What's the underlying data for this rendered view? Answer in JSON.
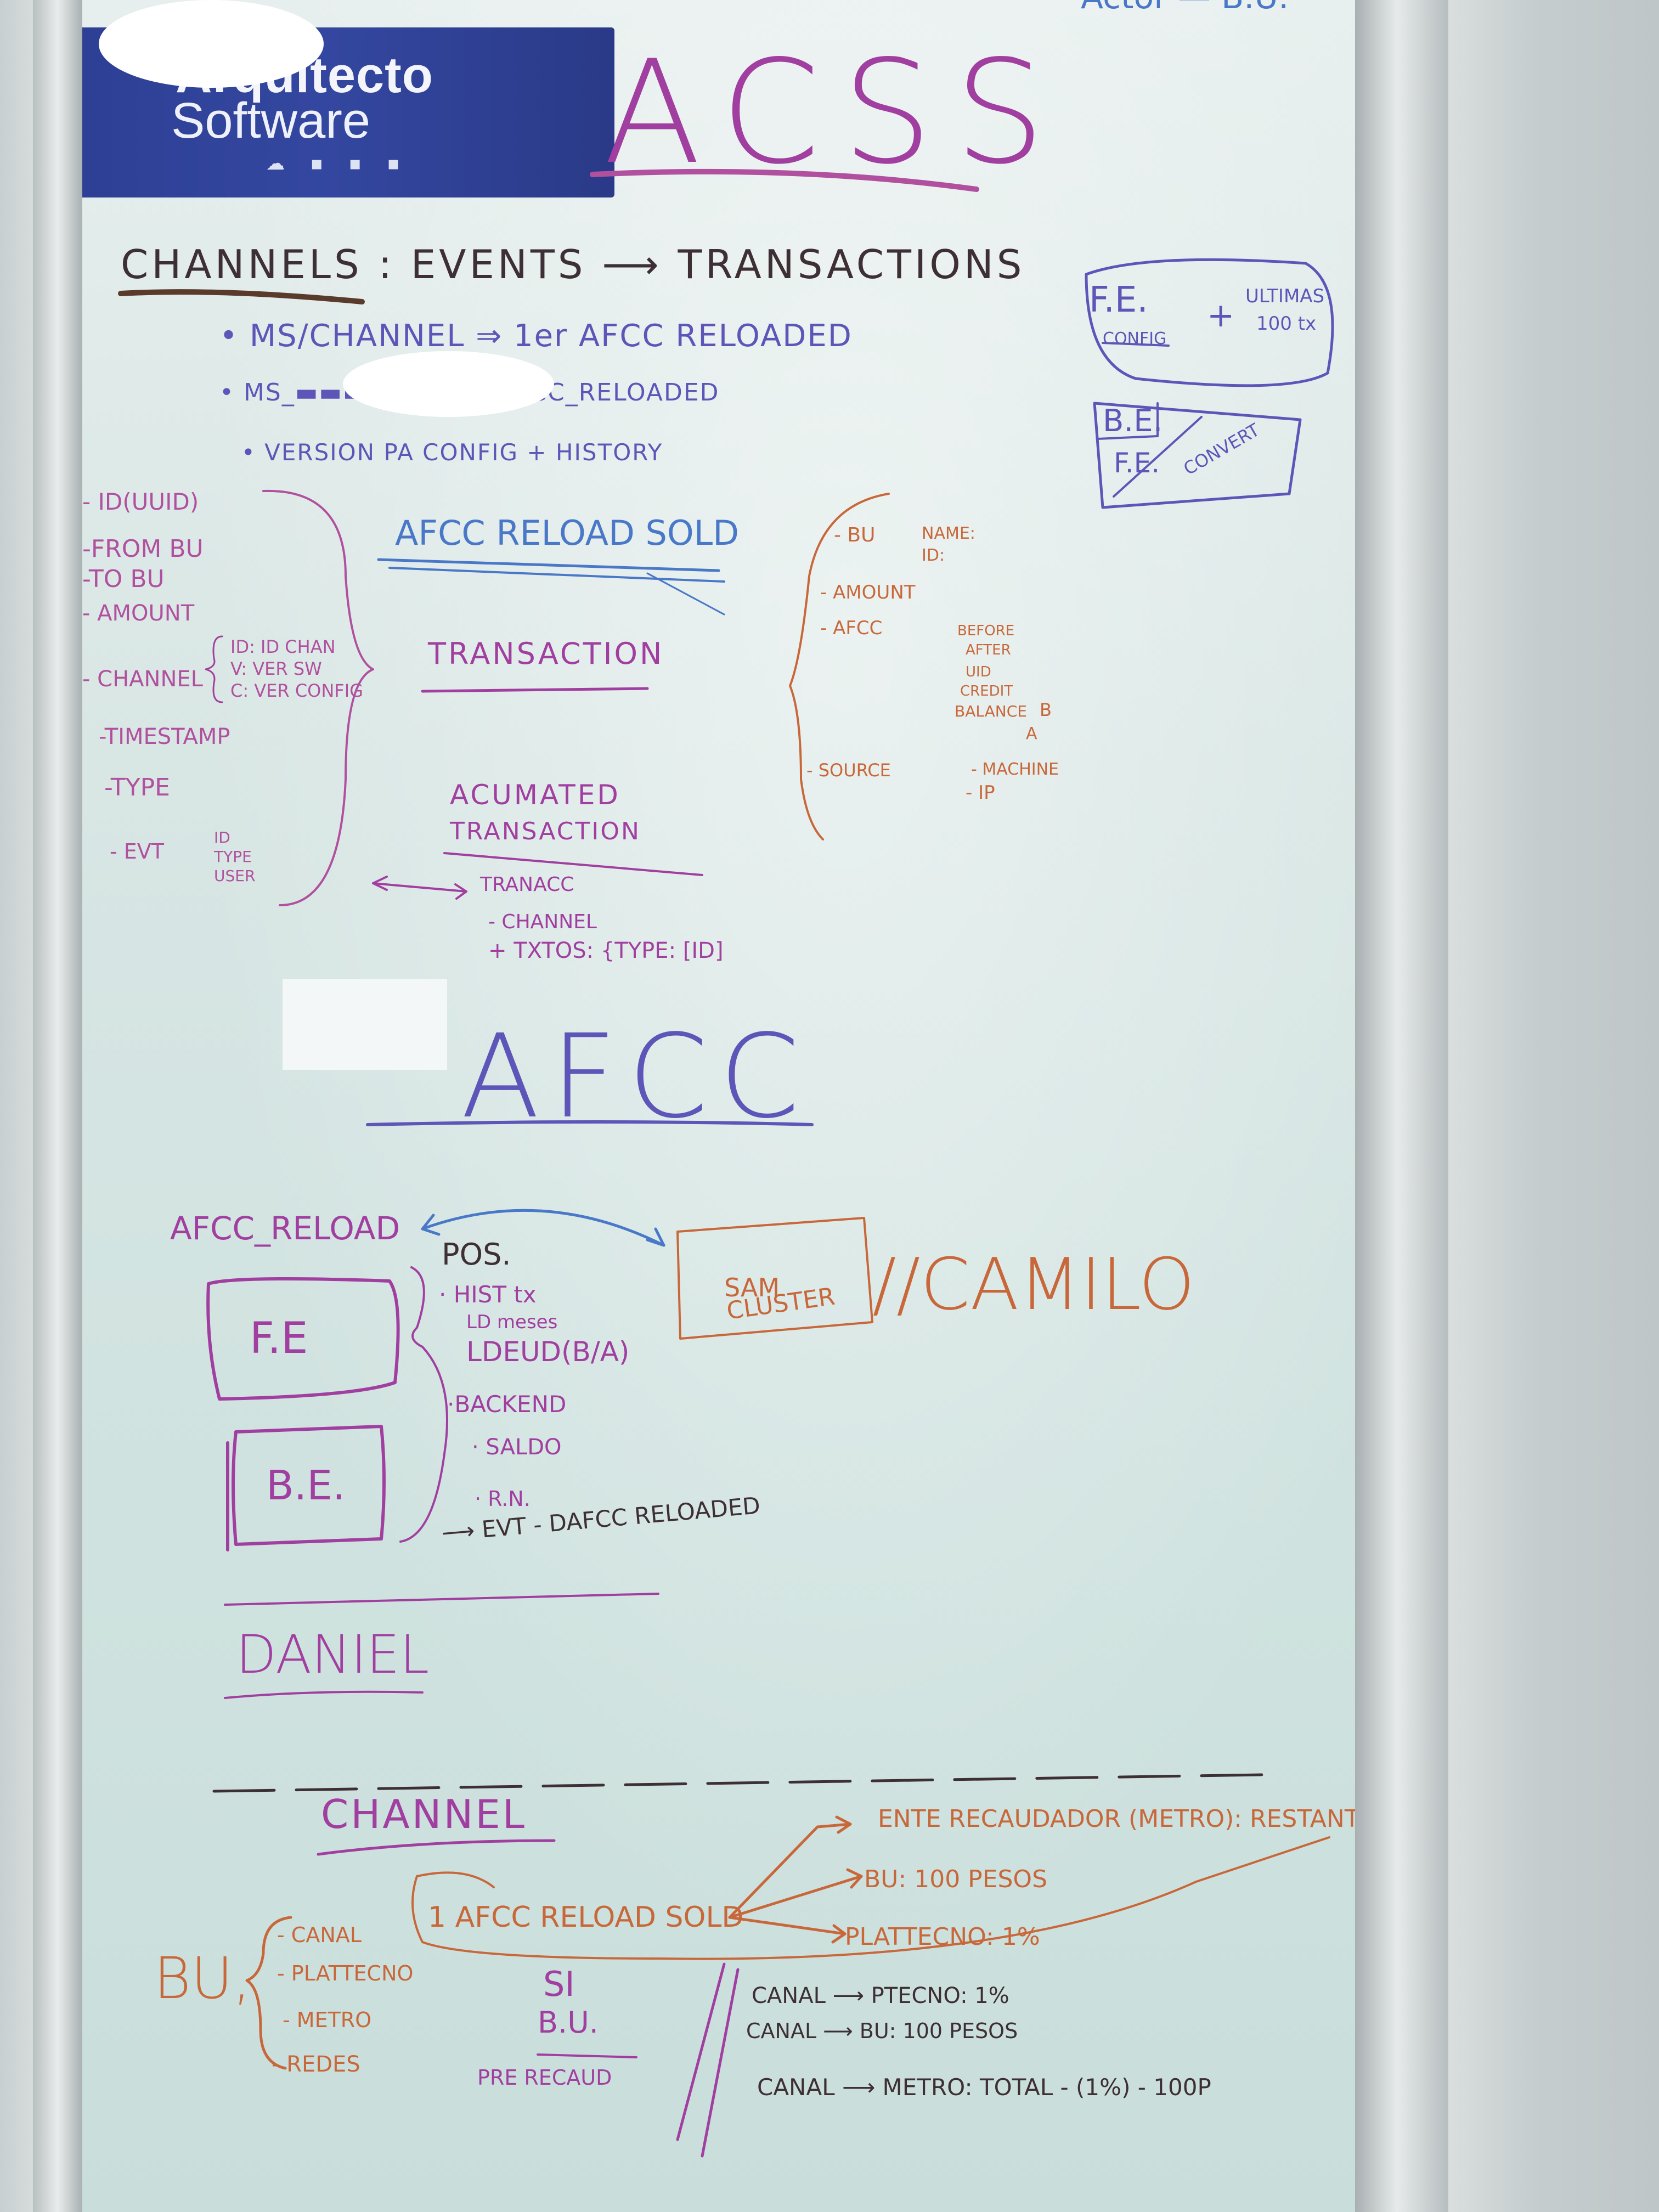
{
  "board": {
    "logo": {
      "line1": "Arquitecto",
      "line2": "Software",
      "icons": "☁ ▪ ▪ ▪"
    },
    "top_right_corner": "Actor — B.U.",
    "title": "ACSS",
    "channels_heading": "CHANNELS : EVENTS ⟶ TRANSACTIONS",
    "bullets": [
      "• MS/CHANNEL ⇒ 1er AFCC RELOADED",
      "• MS_▬▬▬▬▬NNEL_AFCC_RELOADED",
      "• VERSION PA CONFIG + HISTORY"
    ],
    "fe_box": {
      "fe": "F.E.",
      "config": "CONFIG",
      "plus": "+",
      "ultimas": "ULTIMAS",
      "tx": "100 tx"
    },
    "be_box": {
      "be": "B.E.",
      "fe": "F.E.",
      "convert": "CONVERT"
    },
    "left_fields": [
      "- ID(UUID)",
      "-FROM BU",
      "-TO BU",
      "- AMOUNT",
      "- CHANNEL",
      "-TIMESTAMP",
      "-TYPE",
      "- EVT"
    ],
    "channel_sub": [
      "ID: ID CHAN",
      "V: VER SW",
      "C: VER CONFIG"
    ],
    "evt_sub": [
      "ID",
      "TYPE",
      "USER"
    ],
    "afcc_reload_sold": "AFCC RELOAD SOLD",
    "transaction": "TRANSACTION",
    "acumated": [
      "ACUMATED",
      "TRANSACTION"
    ],
    "tranacc": [
      "TRANACC",
      "- CHANNEL",
      "+ TXTOS: {TYPE: [ID]"
    ],
    "right_fields": {
      "bu": "- BU",
      "bu_sub": [
        "NAME:",
        "ID:"
      ],
      "amount": "- AMOUNT",
      "afcc": "- AFCC",
      "afcc_sub": [
        "BEFORE",
        "AFTER",
        "UID",
        "CREDIT",
        "BALANCE"
      ],
      "balance_sub": [
        "B",
        "A"
      ],
      "source": "- SOURCE",
      "source_sub": [
        "- MACHINE",
        "- IP"
      ]
    },
    "afcc_title": "AFCC",
    "afcc_reload": "AFCC_RELOAD",
    "fe_label": "F.E",
    "be_label": "B.E.",
    "pos_items": [
      "POS.",
      "· HIST tx",
      "LD meses",
      "LDEUD(B/A)",
      "·BACKEND",
      "· SALDO",
      "· R.N.",
      "⟶ EVT - DAFCC RELOADED"
    ],
    "sam_cluster": [
      "SAM",
      "CLUSTER"
    ],
    "camilo": "//CAMILO",
    "daniel": "DANIEL",
    "channel_heading": "CHANNEL",
    "sold_item": "1 AFCC RELOAD SOLD",
    "arrows": [
      "ENTE RECAUDADOR (METRO): RESTANTE",
      "BU: 100 PESOS",
      "PLATTECNO: 1%"
    ],
    "bus": "BU,",
    "bu_list": [
      "- CANAL",
      "- PLATTECNO",
      "- METRO",
      "- REDES"
    ],
    "bu_col2": [
      "SI",
      "B.U.",
      "PRE RECAUD"
    ],
    "canal_lines": [
      "CANAL ⟶ PTECNO: 1%",
      "CANAL ⟶ BU: 100 PESOS",
      "CANAL ⟶ METRO: TOTAL - (1%) - 100P"
    ]
  }
}
